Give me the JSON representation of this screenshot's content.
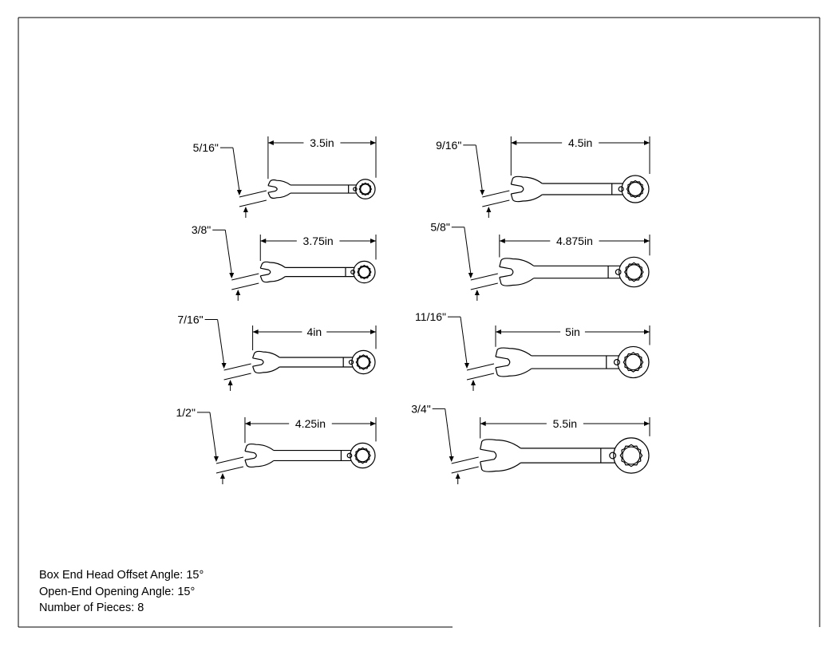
{
  "drawing": {
    "wrenches": [
      {
        "size": "5/16\"",
        "length": "3.5in",
        "length_in": 3.5
      },
      {
        "size": "3/8\"",
        "length": "3.75in",
        "length_in": 3.75
      },
      {
        "size": "7/16\"",
        "length": "4in",
        "length_in": 4
      },
      {
        "size": "1/2\"",
        "length": "4.25in",
        "length_in": 4.25
      },
      {
        "size": "9/16\"",
        "length": "4.5in",
        "length_in": 4.5
      },
      {
        "size": "5/8\"",
        "length": "4.875in",
        "length_in": 4.875
      },
      {
        "size": "11/16\"",
        "length": "5in",
        "length_in": 5
      },
      {
        "size": "3/4\"",
        "length": "5.5in",
        "length_in": 5.5
      }
    ],
    "notes": [
      "Box End Head Offset Angle: 15°",
      "Open-End Opening Angle: 15°",
      "Number of Pieces: 8"
    ]
  }
}
